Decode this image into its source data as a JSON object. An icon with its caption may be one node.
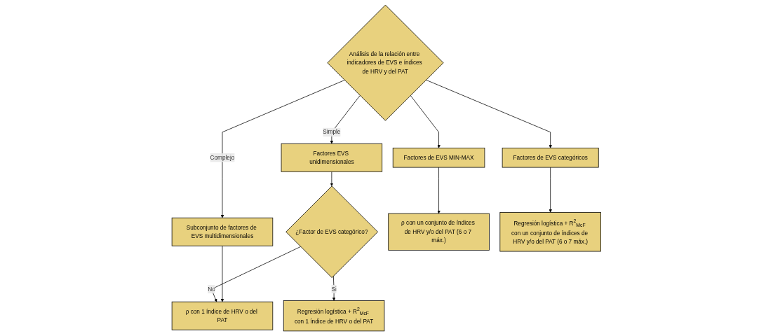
{
  "diagram": {
    "nodes": [
      {
        "text": [
          "Análisis de la relación entre indicadores de EVS e índices de HRV y del PAT"
        ]
      },
      {
        "text": [
          "Factores EVS unidimensionales"
        ]
      },
      {
        "text": [
          "Subconjunto de factores de EVS multidimensionales"
        ]
      },
      {
        "text": [
          "Factores de EVS MIN-MAX"
        ]
      },
      {
        "text": [
          "Factores de EVS categóricos"
        ]
      },
      {
        "text": [
          "¿Factor de EVS categórico?"
        ]
      },
      {
        "text": [
          "ρ con un conjunto de índices de HRV y/o del PAT (6 o 7 máx.)"
        ]
      },
      {
        "text": [
          "Regresión logística + R$^{2}$$_{McF}$ con 1 índice de HRV o del PAT"
        ]
      },
      {
        "text": [
          "ρ con 1 índice de HRV o del PAT"
        ]
      },
      {
        "text": [
          "Regresión logística + R$^{2}$$_{McF}$ con un conjunto de índices de HRV y/o del PAT (6 o 7 máx.)"
        ]
      }
    ],
    "edges": [
      {
        "from": 0,
        "to": 1,
        "arrow": "to",
        "label": "Simple"
      },
      {
        "from": 0,
        "to": 2,
        "arrow": "to",
        "label": "Complejo"
      },
      {
        "from": 0,
        "to": 3,
        "arrow": "to"
      },
      {
        "from": 0,
        "to": 4,
        "arrow": "to"
      },
      {
        "from": 1,
        "to": 5,
        "arrow": "to"
      },
      {
        "from": 5,
        "to": 8,
        "arrow": "to",
        "label": "No"
      },
      {
        "from": 2,
        "to": 8,
        "arrow": "to"
      },
      {
        "from": 5,
        "to": 7,
        "arrow": "to",
        "label": "Si"
      },
      {
        "from": 3,
        "to": 6,
        "arrow": "to"
      },
      {
        "from": 4,
        "to": 9,
        "arrow": "to"
      }
    ]
  }
}
